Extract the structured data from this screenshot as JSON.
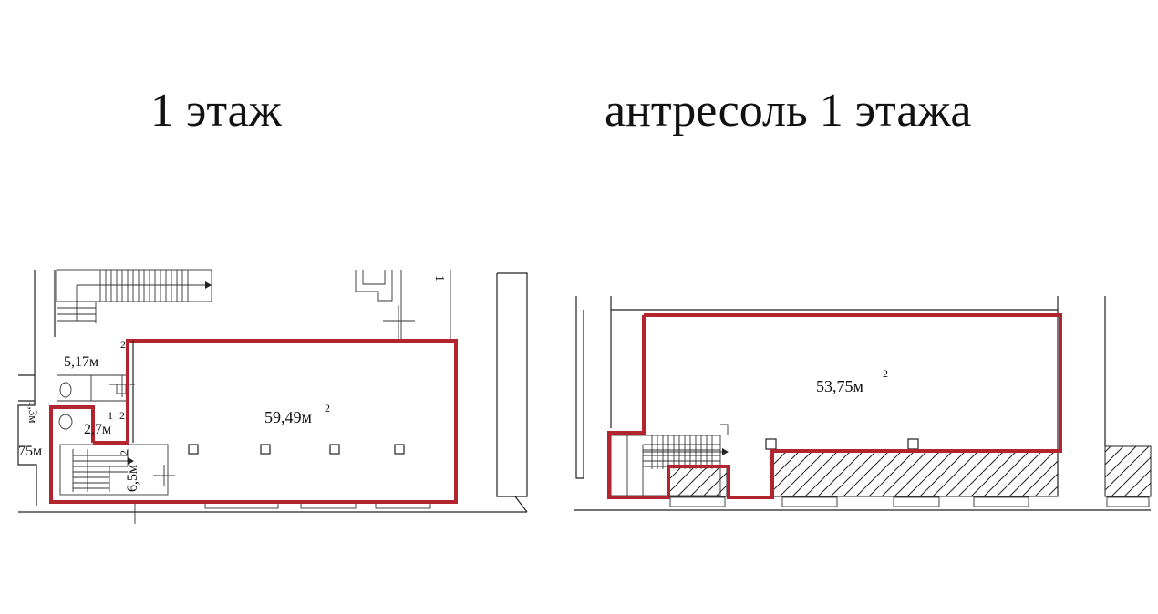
{
  "titles": {
    "left": "1 этаж",
    "right": "антресоль 1 этажа"
  },
  "left_plan": {
    "main_area": "59,49м",
    "room_5": "5,17м",
    "room_27": "2,7м",
    "room_65": "6,5м",
    "room_13": "1,3м",
    "room_75": "75м",
    "small_1": "1",
    "marker_1": "1",
    "sup": "2"
  },
  "right_plan": {
    "main_area": "53,75м",
    "sup": "2"
  },
  "colors": {
    "highlight": "#b3252e",
    "lines": "#222222"
  }
}
